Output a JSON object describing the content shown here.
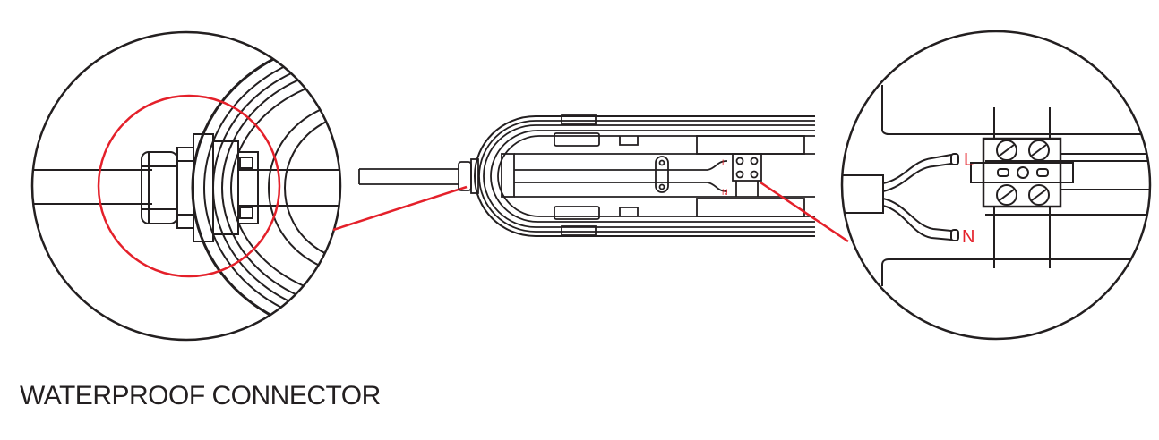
{
  "caption": "WATERPROOF CONNECTOR",
  "wire_labels": {
    "live": "L",
    "neutral": "N"
  },
  "colors": {
    "line": "#231f20",
    "highlight": "#e4202a",
    "background": "#ffffff"
  }
}
